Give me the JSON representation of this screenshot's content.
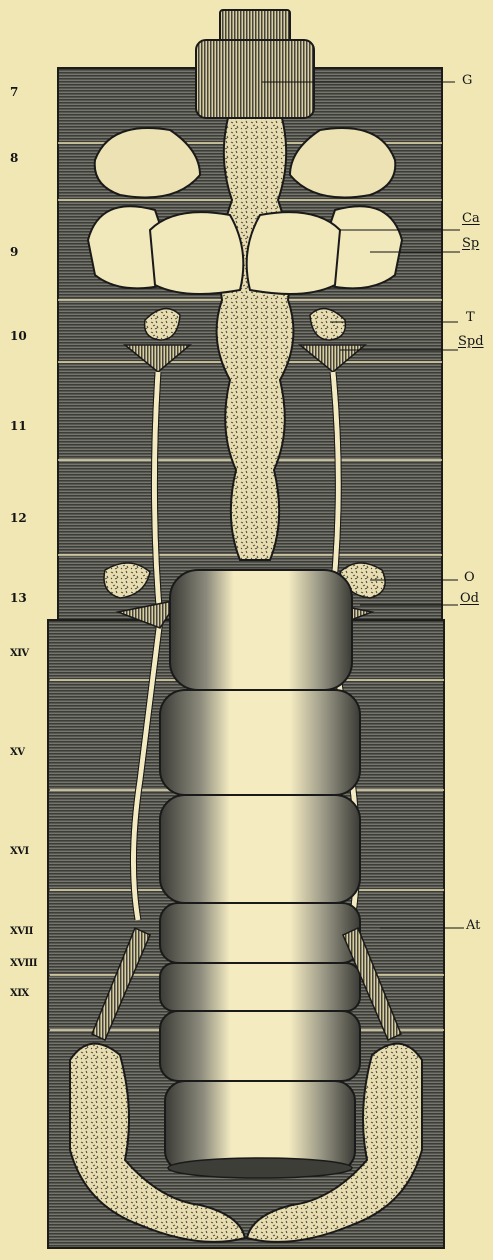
{
  "figure": {
    "segment_labels": [
      "7",
      "8",
      "9",
      "10",
      "11",
      "12",
      "13",
      "XIV",
      "XV",
      "XVI",
      "XVII",
      "XVIII",
      "XIX"
    ],
    "part_labels": [
      "G",
      "Ca",
      "Sp",
      "T",
      "Spd",
      "O",
      "Od",
      "At"
    ],
    "colors": {
      "paper": "#f1e7b5",
      "ink": "#141414",
      "body": "#5f5f59",
      "organ_light": "#efe6b8",
      "organ_stipple": "#6b6a5c"
    }
  }
}
